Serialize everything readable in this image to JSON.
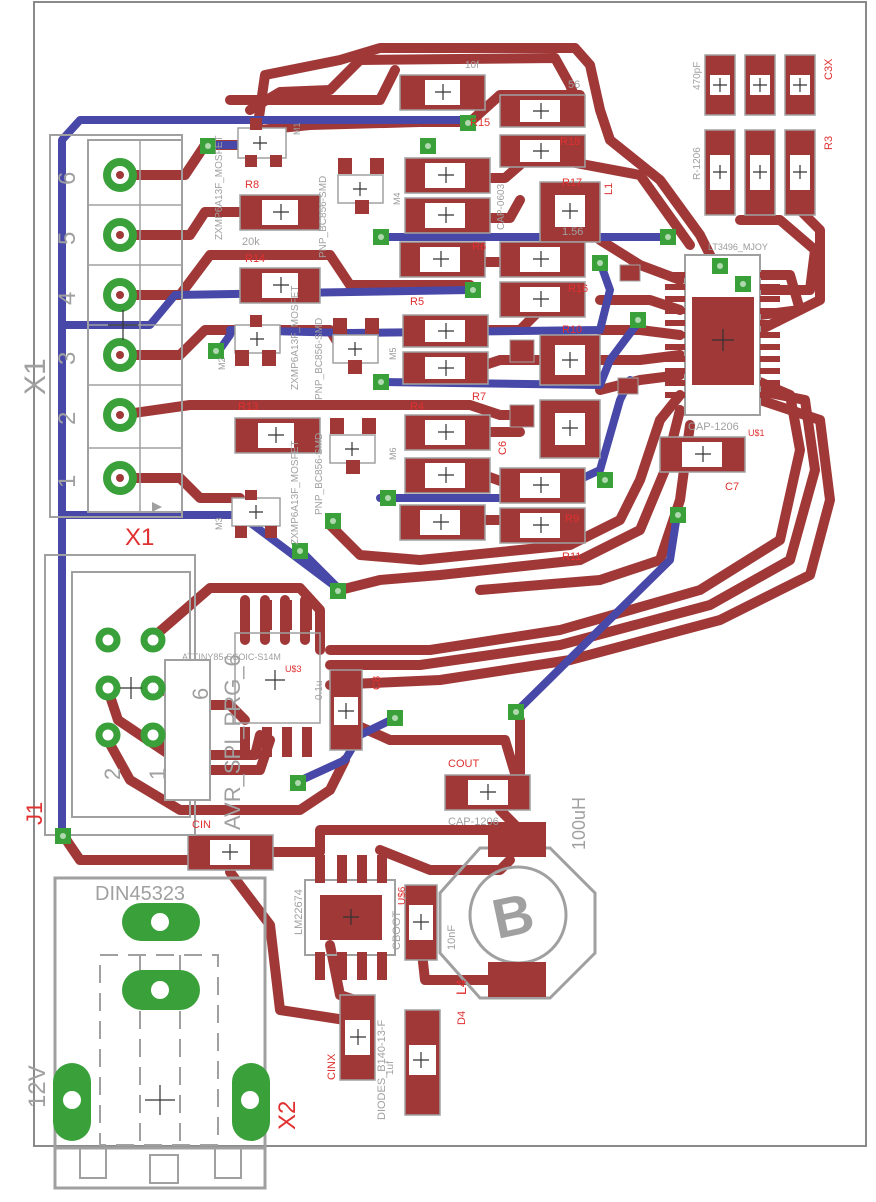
{
  "colors": {
    "top_copper": "#a03838",
    "bottom_copper": "#4848a8",
    "via_fill": "#30a030",
    "silkscreen": "#a0a0a0",
    "part_name": "#e03030",
    "pad_green": "#3aa03a",
    "board_outline": "#8a8a8a"
  },
  "labels": {
    "x1": "X1",
    "x1_bottom": "X1",
    "terminal_nums": [
      "6",
      "5",
      "4",
      "3",
      "2",
      "1"
    ],
    "r8": "R8",
    "r8_val": "20k",
    "r14": "R14",
    "r13": "R13",
    "r12": "R12",
    "r4": "R4",
    "r5": "R5",
    "r6": "R6",
    "r7": "R7",
    "r11": "R11",
    "r15": "R15",
    "r16": "R16",
    "r17": "R17",
    "r18": "R18",
    "r9": "R9",
    "r10": "R10",
    "r1": "R1",
    "r2": "R2",
    "r3": "R3",
    "r1206": "R-1206",
    "c1": "10f",
    "c6": "C6",
    "c7": "C7",
    "c8": "C8",
    "c3x": "C3X",
    "c470": "470pF",
    "cap0603": "CAP-0603",
    "cap1206": "CAP-1206",
    "cap1206_b": "CAP-1206",
    "l1": "L1",
    "l1_val": "1.56",
    "v56": "56",
    "m1": "M1",
    "m2": "M2",
    "m3": "M3",
    "m4": "M4",
    "m5": "M5",
    "m6": "M6",
    "zxmp1": "ZXMP6A13F_MOSFET",
    "zxmp2": "ZXMP6A13F_MOSFET",
    "zxmp3": "ZXMP6A13F_MOSFET",
    "pnp1": "PNP_BC856-SMD",
    "pnp2": "PNP_BC856-SMD",
    "pnp3": "PNP_BC856-SMD",
    "lt": "LT3496_MJOY",
    "u1": "U$1",
    "attiny": "ATTINY85-SSOIC-S14M",
    "u3": "U$3",
    "avr": "AVR_SPI_PRG_6",
    "j1": "J1",
    "j1_n2": "2",
    "j1_n1": "1",
    "j1_n6": "6",
    "cin": "CIN",
    "cinx": "CINX",
    "cout": "COUT",
    "din": "DIN45323",
    "v12": "12V",
    "x2": "X2",
    "lm": "LM22674",
    "u6": "U$6",
    "cboot": "CBOOT",
    "uh": "100uH",
    "l4": "L4",
    "d4": "D4",
    "diodes": "DIODES_B140-13-F",
    "v10nf": "10nF",
    "v1uf": "1uf",
    "v01u": "0.1u"
  }
}
